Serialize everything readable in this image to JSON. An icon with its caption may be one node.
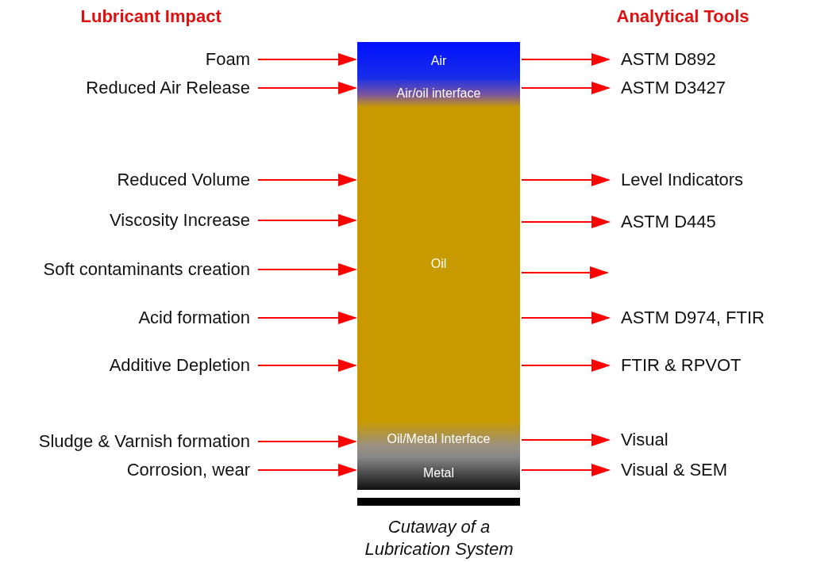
{
  "diagram": {
    "caption": "Cutaway of a Lubrication System",
    "nodes": [
      {
        "text": [
          "Air"
        ]
      },
      {
        "text": [
          "Air/oil interface"
        ]
      },
      {
        "text": [
          "Oil"
        ]
      },
      {
        "text": [
          "Oil/Metal Interface"
        ]
      },
      {
        "text": [
          "Metal"
        ]
      },
      {
        "text": [
          "Foam"
        ]
      },
      {
        "text": [
          "Reduced Air Release"
        ]
      },
      {
        "text": [
          "Reduced Volume"
        ]
      },
      {
        "text": [
          "Viscosity Increase"
        ]
      },
      {
        "text": [
          "Soft contaminants creation"
        ]
      },
      {
        "text": [
          "Acid formation"
        ]
      },
      {
        "text": [
          "Additive Depletion"
        ]
      },
      {
        "text": [
          "Sludge & Varnish formation"
        ]
      },
      {
        "text": [
          "Corrosion, wear"
        ]
      },
      {
        "text": [
          "ASTM D892"
        ]
      },
      {
        "text": [
          "ASTM D3427"
        ]
      },
      {
        "text": [
          "Level Indicators"
        ]
      },
      {
        "text": [
          "ASTM D445"
        ]
      },
      {
        "text": [
          "ASTM D974, FTIR"
        ]
      },
      {
        "text": [
          "FTIR & RPVOT"
        ]
      },
      {
        "text": [
          "Visual"
        ]
      },
      {
        "text": [
          "Visual & SEM"
        ]
      }
    ],
    "edges": [
      {
        "from": 5,
        "to": 0,
        "arrow": "to"
      },
      {
        "from": 6,
        "to": 1,
        "arrow": "to"
      },
      {
        "from": 7,
        "to": 2,
        "arrow": "to"
      },
      {
        "from": 8,
        "to": 2,
        "arrow": "to"
      },
      {
        "from": 9,
        "to": 2,
        "arrow": "to"
      },
      {
        "from": 10,
        "to": 2,
        "arrow": "to"
      },
      {
        "from": 11,
        "to": 2,
        "arrow": "to"
      },
      {
        "from": 12,
        "to": 3,
        "arrow": "to"
      },
      {
        "from": 13,
        "to": 4,
        "arrow": "to"
      },
      {
        "from": 0,
        "to": 14,
        "arrow": "to"
      },
      {
        "from": 1,
        "to": 15,
        "arrow": "to"
      },
      {
        "from": 2,
        "to": 16,
        "arrow": "to"
      },
      {
        "from": 2,
        "to": 17,
        "arrow": "to"
      },
      {
        "from": 2,
        "to": null,
        "arrow": "to"
      },
      {
        "from": 2,
        "to": 18,
        "arrow": "to"
      },
      {
        "from": 2,
        "to": 19,
        "arrow": "to"
      },
      {
        "from": 3,
        "to": 20,
        "arrow": "to"
      },
      {
        "from": 4,
        "to": 21,
        "arrow": "to"
      }
    ],
    "labels": [
      "Lubricant Impact",
      "Analytical Tools"
    ]
  }
}
